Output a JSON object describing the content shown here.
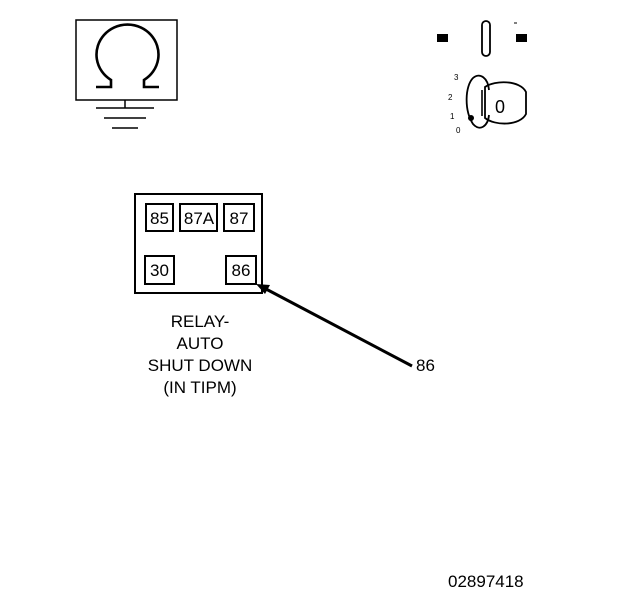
{
  "icons": {
    "ground": "ground-symbol-icon",
    "ignition": "ignition-switch-icon"
  },
  "ignition": {
    "positions": [
      "3",
      "2",
      "1",
      "0"
    ],
    "key_label": "0"
  },
  "relay": {
    "pins_top": [
      "85",
      "87A",
      "87"
    ],
    "pins_bottom": [
      "30",
      "86"
    ],
    "caption_lines": [
      "RELAY-",
      "AUTO",
      "SHUT DOWN",
      "(IN TIPM)"
    ]
  },
  "callout": {
    "label": "86"
  },
  "figure_number": "02897418"
}
